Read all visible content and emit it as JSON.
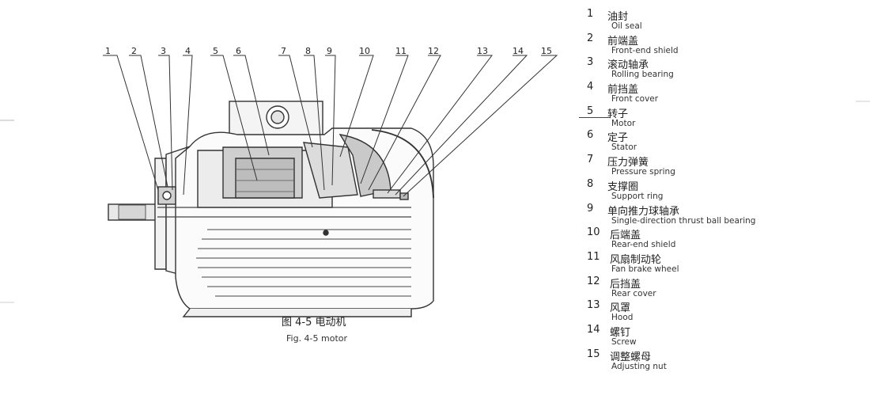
{
  "figure": {
    "caption_cn": "图 4-5 电动机",
    "caption_en": "Fig. 4-5 motor"
  },
  "callouts": [
    "1",
    "2",
    "3",
    "4",
    "5",
    "6",
    "7",
    "8",
    "9",
    "10",
    "11",
    "12",
    "13",
    "14",
    "15"
  ],
  "legend": [
    {
      "num": "1",
      "cn": "油封",
      "en": "Oil seal"
    },
    {
      "num": "2",
      "cn": "前端盖",
      "en": "Front-end shield"
    },
    {
      "num": "3",
      "cn": "滚动轴承",
      "en": "Rolling bearing"
    },
    {
      "num": "4",
      "cn": "前挡盖",
      "en": "Front cover"
    },
    {
      "num": "5",
      "cn": "转子",
      "en": "Motor"
    },
    {
      "num": "6",
      "cn": "定子",
      "en": "Stator"
    },
    {
      "num": "7",
      "cn": "压力弹簧",
      "en": "Pressure spring"
    },
    {
      "num": "8",
      "cn": "支撑圈",
      "en": "Support ring"
    },
    {
      "num": "9",
      "cn": "单向推力球轴承",
      "en": "Single-direction thrust ball bearing"
    },
    {
      "num": "10",
      "cn": "后端盖",
      "en": "Rear-end shield"
    },
    {
      "num": "11",
      "cn": "风扇制动轮",
      "en": "Fan brake wheel"
    },
    {
      "num": "12",
      "cn": "后挡盖",
      "en": "Rear cover"
    },
    {
      "num": "13",
      "cn": "风罩",
      "en": "Hood"
    },
    {
      "num": "14",
      "cn": "螺钉",
      "en": "Screw"
    },
    {
      "num": "15",
      "cn": "调整螺母",
      "en": "Adjusting nut"
    }
  ]
}
